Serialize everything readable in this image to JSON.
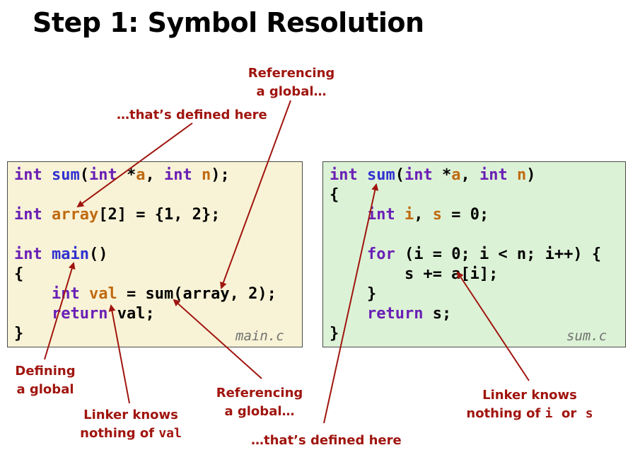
{
  "title": "Step 1: Symbol Resolution",
  "main_c": {
    "filename": "main.c",
    "lines": [
      [
        [
          "kw",
          "int"
        ],
        [
          "t",
          " "
        ],
        [
          "fn",
          "sum"
        ],
        [
          "t",
          "("
        ],
        [
          "kw",
          "int"
        ],
        [
          "t",
          " *"
        ],
        [
          "vr",
          "a"
        ],
        [
          "t",
          ", "
        ],
        [
          "kw",
          "int"
        ],
        [
          "t",
          " "
        ],
        [
          "vr",
          "n"
        ],
        [
          "t",
          ");"
        ]
      ],
      [],
      [
        [
          "kw",
          "int"
        ],
        [
          "t",
          " "
        ],
        [
          "vr",
          "array"
        ],
        [
          "t",
          "[2] = {1, 2};"
        ]
      ],
      [],
      [
        [
          "kw",
          "int"
        ],
        [
          "t",
          " "
        ],
        [
          "fn",
          "main"
        ],
        [
          "t",
          "()"
        ]
      ],
      [
        [
          "t",
          "{"
        ]
      ],
      [
        [
          "t",
          "    "
        ],
        [
          "kw",
          "int"
        ],
        [
          "t",
          " "
        ],
        [
          "vr",
          "val"
        ],
        [
          "t",
          " = sum(array, 2);"
        ]
      ],
      [
        [
          "t",
          "    "
        ],
        [
          "kw",
          "return"
        ],
        [
          "t",
          " val;"
        ]
      ],
      [
        [
          "t",
          "}"
        ]
      ]
    ]
  },
  "sum_c": {
    "filename": "sum.c",
    "lines": [
      [
        [
          "kw",
          "int"
        ],
        [
          "t",
          " "
        ],
        [
          "fn",
          "sum"
        ],
        [
          "t",
          "("
        ],
        [
          "kw",
          "int"
        ],
        [
          "t",
          " *"
        ],
        [
          "vr",
          "a"
        ],
        [
          "t",
          ", "
        ],
        [
          "kw",
          "int"
        ],
        [
          "t",
          " "
        ],
        [
          "vr",
          "n"
        ],
        [
          "t",
          ")"
        ]
      ],
      [
        [
          "t",
          "{"
        ]
      ],
      [
        [
          "t",
          "    "
        ],
        [
          "kw",
          "int"
        ],
        [
          "t",
          " "
        ],
        [
          "vr",
          "i"
        ],
        [
          "t",
          ", "
        ],
        [
          "vr",
          "s"
        ],
        [
          "t",
          " = 0;"
        ]
      ],
      [],
      [
        [
          "t",
          "    "
        ],
        [
          "kw",
          "for"
        ],
        [
          "t",
          " (i = 0; i < n; i++) {"
        ]
      ],
      [
        [
          "t",
          "        s += a[i];"
        ]
      ],
      [
        [
          "t",
          "    }"
        ]
      ],
      [
        [
          "t",
          "    "
        ],
        [
          "kw",
          "return"
        ],
        [
          "t",
          " s;"
        ]
      ],
      [
        [
          "t",
          "}"
        ]
      ]
    ]
  },
  "annotations": {
    "referencing_top": [
      "Referencing",
      "a global…"
    ],
    "defined_top": "…that’s defined here",
    "defining": [
      "Defining",
      "a global"
    ],
    "linker_val": [
      "Linker knows",
      "nothing of "
    ],
    "linker_val_code": "val",
    "referencing_bottom": [
      "Referencing",
      "a global…"
    ],
    "defined_bottom": "…that’s defined here",
    "linker_is": [
      "Linker knows",
      "nothing of "
    ],
    "linker_is_code_i": "i",
    "linker_is_or": "or",
    "linker_is_code_s": "s"
  },
  "colors": {
    "annotation": "#a0150f",
    "keyword": "#6a1fb5",
    "function": "#3030d0",
    "variable": "#c06a10",
    "main_bg": "#f8f3d6",
    "sum_bg": "#dcf2d6"
  }
}
